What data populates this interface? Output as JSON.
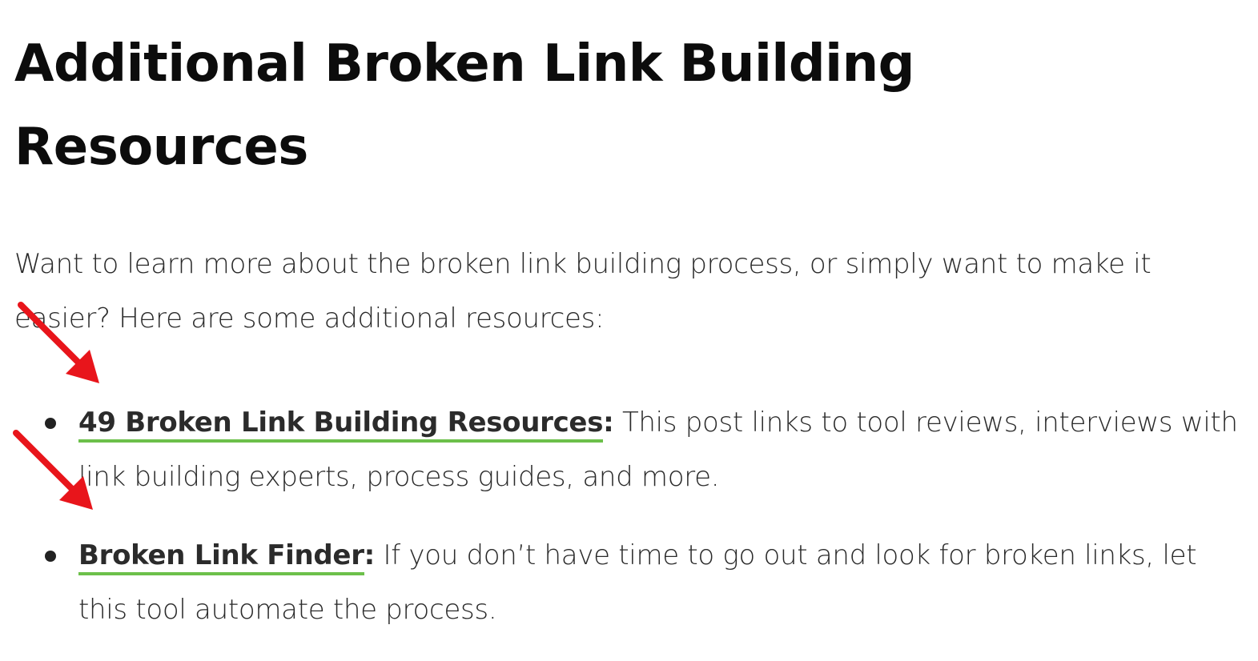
{
  "heading": "Additional Broken Link Building Resources",
  "intro": "Want to learn more about the broken link building process, or simply want to make it easier? Here are some additional resources:",
  "resources": [
    {
      "link_text": "49 Broken Link Building Resources",
      "separator": ":",
      "description": " This post links to tool reviews, interviews with link building experts, process guides, and more."
    },
    {
      "link_text": "Broken Link Finder",
      "separator": ":",
      "description": " If you don’t have time to go out and look for broken links, let this tool automate the process."
    }
  ],
  "annotation_color": "#e8151b",
  "link_underline_color": "#6cc04a"
}
